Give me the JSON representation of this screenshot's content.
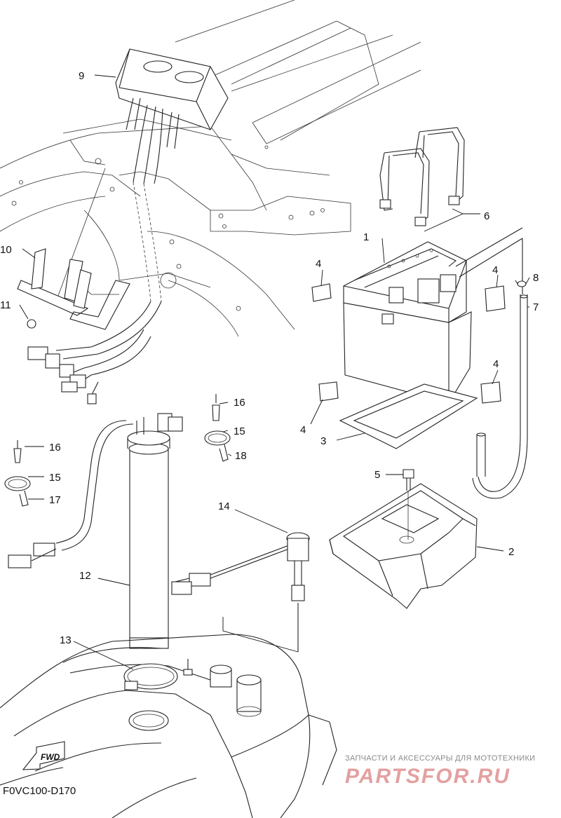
{
  "callouts": {
    "n1": "1",
    "n2": "2",
    "n3": "3",
    "n4a": "4",
    "n4b": "4",
    "n4c": "4",
    "n4d": "4",
    "n5": "5",
    "n6": "6",
    "n7": "7",
    "n8": "8",
    "n9": "9",
    "n10": "10",
    "n11": "11",
    "n12": "12",
    "n13": "13",
    "n14": "14",
    "n15a": "15",
    "n15b": "15",
    "n16a": "16",
    "n16b": "16",
    "n17": "17",
    "n18": "18"
  },
  "fwd_arrow": {
    "label": "FWD"
  },
  "diagram_code": "F0VC100-D170",
  "watermark": {
    "tagline": "ЗАПЧАСТИ И АКСЕССУАРЫ ДЛЯ МОТОТЕХНИКИ",
    "brand": "PARTSFOR.RU",
    "color": "#e4a0a0"
  }
}
